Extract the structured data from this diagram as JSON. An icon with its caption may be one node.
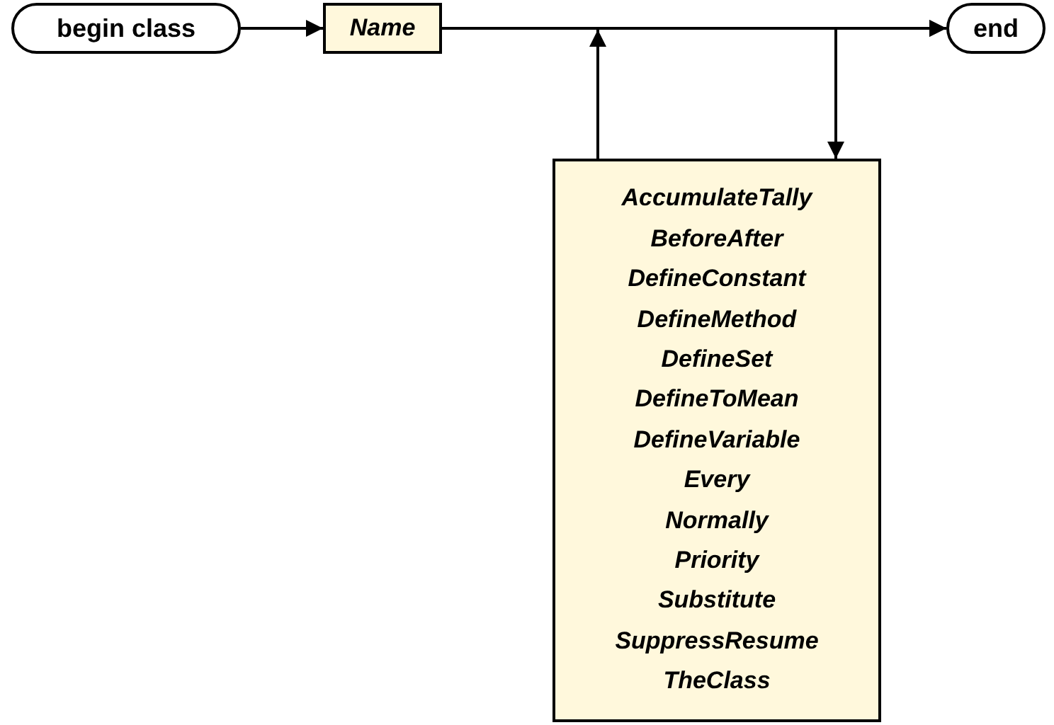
{
  "diagram": {
    "nodes": [
      {
        "text": [
          "begin class"
        ]
      },
      {
        "text": [
          "Name"
        ]
      },
      {
        "text": [
          "AccumulateTally",
          "BeforeAfter",
          "DefineConstant",
          "DefineMethod",
          "DefineSet",
          "DefineToMean",
          "DefineVariable",
          "Every",
          "Normally",
          "Priority",
          "Substitute",
          "SuppressResume",
          "TheClass"
        ]
      },
      {
        "text": [
          "end"
        ]
      }
    ],
    "edges": [
      {
        "from": 0,
        "to": 1,
        "arrow": "to"
      },
      {
        "from": 1,
        "to": 3,
        "arrow": "to"
      },
      {
        "from": 1,
        "to": 2,
        "arrow": "to"
      },
      {
        "from": 2,
        "to": 3,
        "arrow": "to"
      }
    ]
  }
}
